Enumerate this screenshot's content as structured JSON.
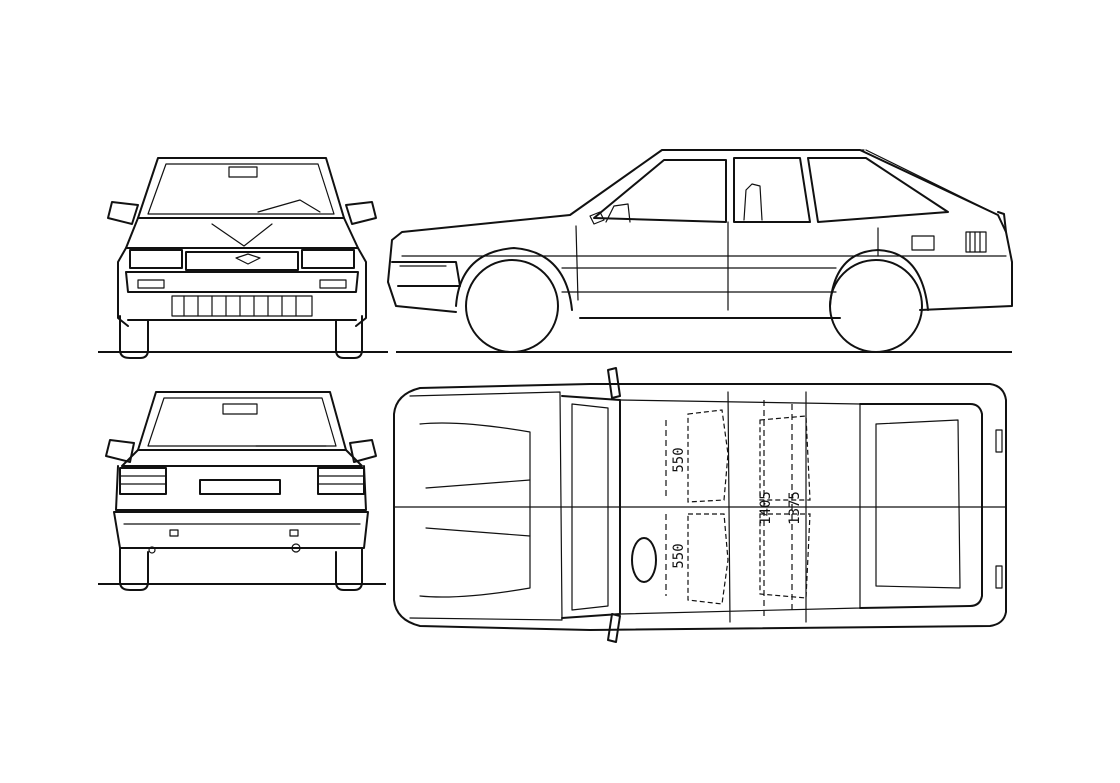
{
  "drawing": {
    "dimensions": {
      "front_seat_width": "550",
      "rear_seat_width": "550",
      "interior_width_front": "1405",
      "interior_width_rear": "1375"
    },
    "colors": {
      "line": "#111111",
      "background": "#ffffff"
    }
  }
}
